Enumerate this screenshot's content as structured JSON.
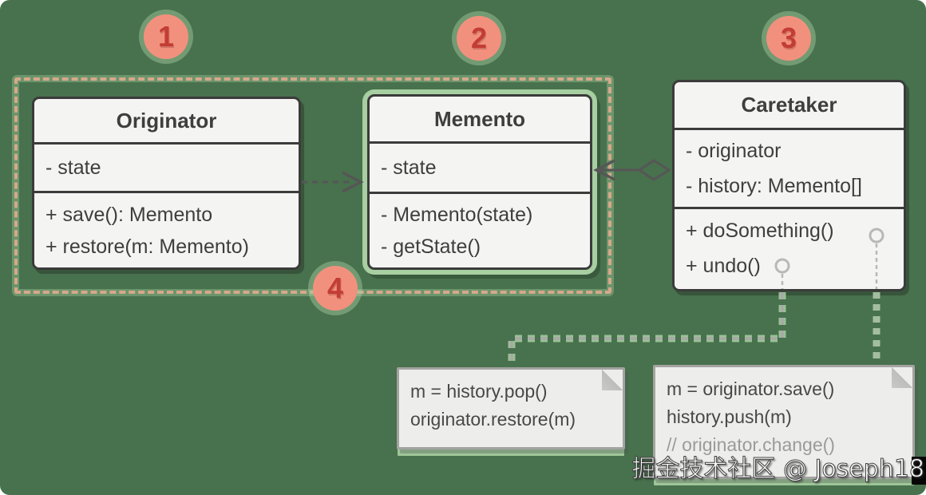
{
  "diagram": {
    "pattern_name": "Memento",
    "badges": [
      "1",
      "2",
      "3",
      "4"
    ],
    "classes": [
      {
        "name": "Originator",
        "attributes": [
          "- state"
        ],
        "methods": [
          "+ save(): Memento",
          "+ restore(m: Memento)"
        ]
      },
      {
        "name": "Memento",
        "attributes": [
          "- state"
        ],
        "methods": [
          "- Memento(state)",
          "- getState()"
        ]
      },
      {
        "name": "Caretaker",
        "attributes": [
          "- originator",
          "- history: Memento[]"
        ],
        "methods": [
          "+ doSomething()",
          "+ undo()"
        ]
      }
    ],
    "notes": [
      {
        "lines": [
          "m = history.pop()",
          "originator.restore(m)"
        ]
      },
      {
        "lines": [
          "m = originator.save()",
          "history.push(m)",
          "// originator.change()"
        ]
      }
    ],
    "relations": [
      {
        "from": "Originator",
        "to": "Memento",
        "type": "dashed dependency arrow"
      },
      {
        "from": "Caretaker",
        "to": "Memento",
        "type": "aggregation (open diamond)"
      },
      {
        "from": "Caretaker.undo()",
        "to": "note 1",
        "type": "note connector"
      },
      {
        "from": "Caretaker.doSomething()",
        "to": "note 2",
        "type": "note connector"
      }
    ],
    "watermark": "掘金技术社区 @ Joseph18",
    "colors": {
      "background": "#48714D",
      "accent_salmon": "#F2907E",
      "badge_number": "#C23D35",
      "highlight_green": "#A7CFA1",
      "box_fill": "#F4F4F3",
      "box_border": "#3B3B3B",
      "note_fill": "#EDEDEB",
      "comment_text": "#9B9B9B",
      "arrow": "#565656"
    }
  }
}
